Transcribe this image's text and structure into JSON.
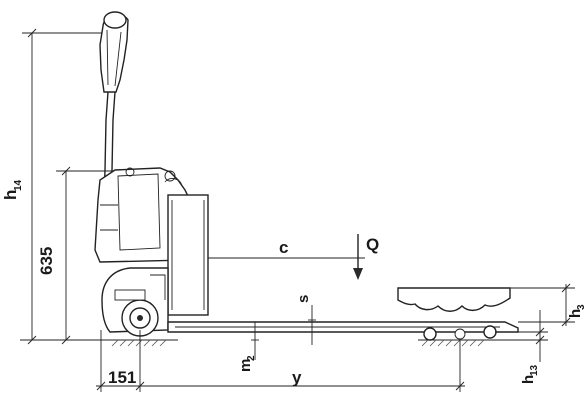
{
  "labels": {
    "h14": "h",
    "h14_sub": "14",
    "h635": "635",
    "c": "c",
    "q": "Q",
    "s": "s",
    "h3": "h",
    "h3_sub": "3",
    "m2": "m",
    "m2_sub": "2",
    "h13": "h",
    "h13_sub": "13",
    "d151": "151",
    "y": "y"
  }
}
